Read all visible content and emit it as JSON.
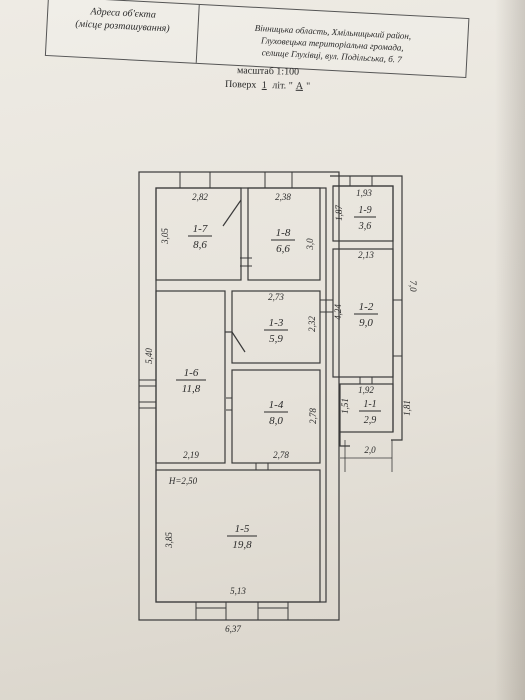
{
  "header": {
    "left_line1": "Адреса об'єкта",
    "left_line2": "(місце розташування)",
    "right_line1": "Вінницька область, Хмільницький район,",
    "right_line2": "Глуховецька територіальна громада,",
    "right_line3": "селище Глухівці, вул. Подільська, б. 7"
  },
  "scale": "масштаб 1:100",
  "floor": {
    "prefix": "Поверх",
    "num": "1",
    "mid": "літ. \"",
    "lit": "А",
    "suffix": "\""
  },
  "rooms": [
    {
      "id": "1-7",
      "area": "8,6"
    },
    {
      "id": "1-8",
      "area": "6,6"
    },
    {
      "id": "1-9",
      "area": "3,6"
    },
    {
      "id": "1-2",
      "area": "9,0"
    },
    {
      "id": "1-3",
      "area": "5,9"
    },
    {
      "id": "1-6",
      "area": "11,8"
    },
    {
      "id": "1-4",
      "area": "8,0"
    },
    {
      "id": "1-1",
      "area": "2,9"
    },
    {
      "id": "1-5",
      "area": "19,8"
    }
  ],
  "dims": {
    "d282": "2,82",
    "d238": "2,38",
    "d193": "1,93",
    "d187": "1,87",
    "d305": "3,05",
    "d30": "3,0",
    "d213": "2,13",
    "d70": "7,0",
    "d273": "2,73",
    "d424": "4,24",
    "d232": "2,32",
    "d540": "5,40",
    "d192": "1,92",
    "d151": "1,51",
    "d181": "1,81",
    "d278v": "2,78",
    "d219": "2,19",
    "d278h": "2,78",
    "d20": "2,0",
    "h250": "H=2,50",
    "d385": "3,85",
    "d513": "5,13",
    "d637": "6,37"
  }
}
